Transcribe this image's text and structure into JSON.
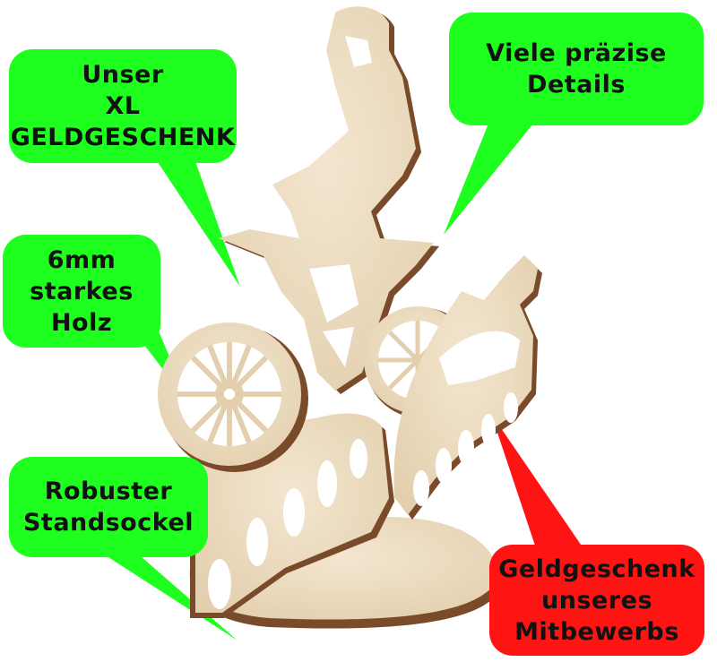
{
  "colors": {
    "green_callout": "#1fff1f",
    "red_callout": "#ff1414",
    "wood_light": "#ecdcc0",
    "wood_edge": "#7a4b2a"
  },
  "callouts": {
    "xl_gift": {
      "lines": [
        "Unser",
        "XL",
        "GELDGESCHENK"
      ]
    },
    "details": {
      "lines": [
        "Viele präzise",
        "Details"
      ]
    },
    "wood": {
      "lines": [
        "6mm",
        "starkes",
        "Holz"
      ]
    },
    "base": {
      "lines": [
        "Robuster",
        "Standsockel"
      ]
    },
    "competitor": {
      "lines": [
        "Geldgeschenk",
        "unseres",
        "Mitbewerbs"
      ]
    }
  },
  "product": {
    "icon": "motocross-wooden-money-gift-icon"
  }
}
